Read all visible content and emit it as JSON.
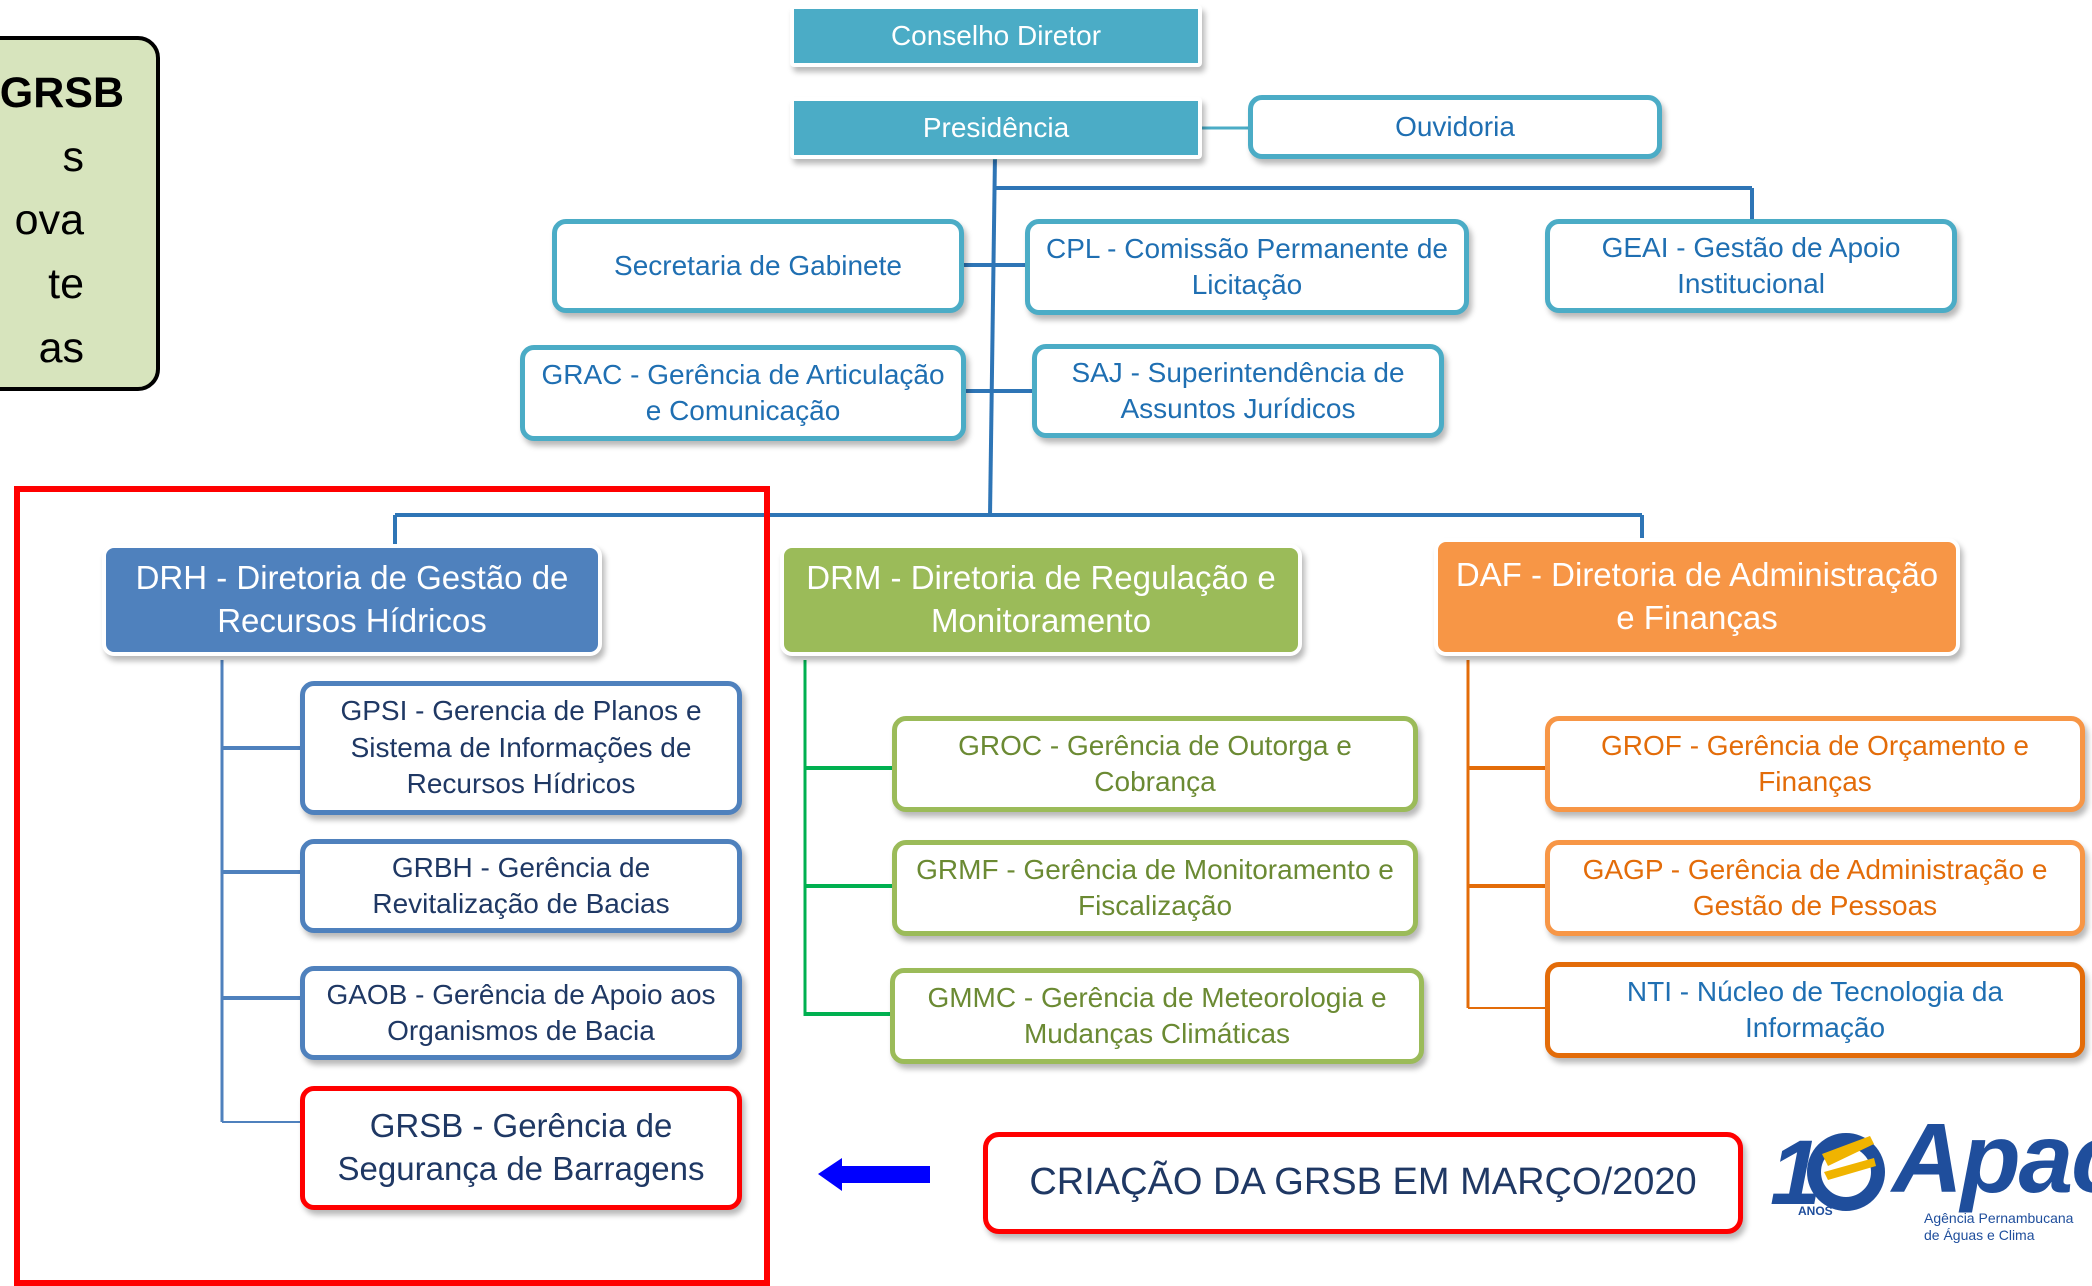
{
  "note": {
    "lines": [
      "GRSB",
      "s",
      "ova",
      "te",
      "as"
    ]
  },
  "top": {
    "conselho": "Conselho Diretor",
    "presidencia": "Presidência",
    "ouvidoria": "Ouvidoria"
  },
  "staff": {
    "secretaria": "Secretaria de Gabinete",
    "cpl": "CPL - Comissão Permanente de Licitação",
    "geai": "GEAI - Gestão de Apoio Institucional",
    "grac": "GRAC - Gerência de Articulação e Comunicação",
    "saj": "SAJ - Superintendência de Assuntos Jurídicos"
  },
  "directorates": {
    "drh": {
      "label": "DRH - Diretoria de Gestão de Recursos Hídricos",
      "units": [
        "GPSI - Gerencia de Planos e Sistema de Informações de Recursos Hídricos",
        "GRBH - Gerência de Revitalização de Bacias",
        "GAOB - Gerência de Apoio aos Organismos de Bacia",
        "GRSB - Gerência de Segurança de Barragens"
      ]
    },
    "drm": {
      "label": "DRM - Diretoria de Regulação e Monitoramento",
      "units": [
        "GROC - Gerência de Outorga e Cobrança",
        "GRMF - Gerência de Monitoramento e Fiscalização",
        "GMMC - Gerência de Meteorologia e Mudanças Climáticas"
      ]
    },
    "daf": {
      "label": "DAF - Diretoria de Administração e Finanças",
      "units": [
        "GROF - Gerência de Orçamento e Finanças",
        "GAGP - Gerência de Administração e Gestão de Pessoas",
        "NTI - Núcleo de Tecnologia da Informação"
      ]
    }
  },
  "callout": "CRIAÇÃO DA GRSB EM MARÇO/2020",
  "logo": {
    "wordmark": "Apac",
    "tagline": "Agência Pernambucana de Águas e Clima",
    "anos": "ANOS"
  },
  "colors": {
    "teal": "#4bacc6",
    "drh_blue": "#4f81bd",
    "drm_green": "#9bbb59",
    "daf_orange": "#f79646",
    "highlight_red": "#ff0000",
    "note_bg": "#d7e4bd",
    "arrow_blue": "#0000ff"
  }
}
